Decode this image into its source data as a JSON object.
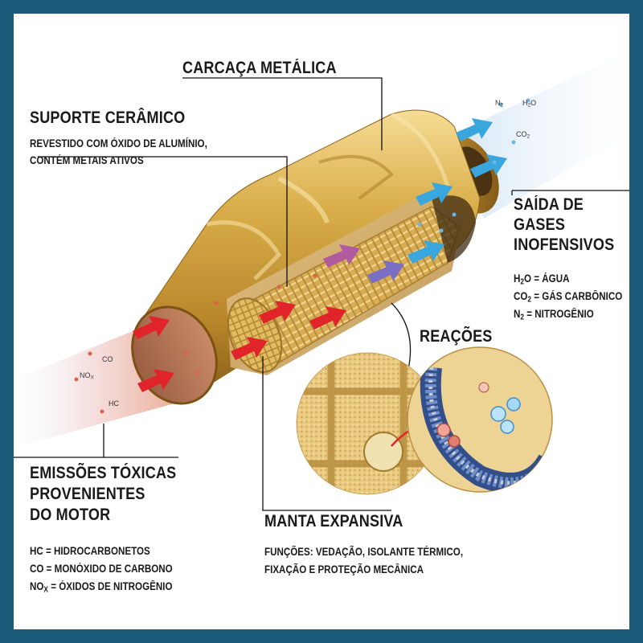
{
  "labels": {
    "housing": "CARCAÇA METÁLICA",
    "substrate": {
      "title": "SUPORTE CERÂMICO",
      "line1": "REVESTIDO COM ÓXIDO DE ALUMÍNIO,",
      "line2": "CONTÉM METAIS ATIVOS"
    },
    "outlet": {
      "title1": "SAÍDA DE",
      "title2": "GASES",
      "title3": "INOFENSIVOS",
      "h2o_sym": "H",
      "h2o_sub": "2",
      "h2o_rest": "O = ÁGUA",
      "co2_sym": "CO",
      "co2_sub": "2",
      "co2_rest": " = GÁS CARBÔNICO",
      "n2_sym": "N",
      "n2_sub": "2",
      "n2_rest": " = NITROGÊNIO"
    },
    "reactions": "REAÇÕES",
    "emissions": {
      "title1": "EMISSÕES TÓXICAS",
      "title2": "PROVENIENTES",
      "title3": "DO MOTOR",
      "hc": "HC = HIDROCARBONETOS",
      "co": "CO = MONÓXIDO DE CARBONO",
      "nox_sym": "NO",
      "nox_sub": "X",
      "nox_rest": " = ÓXIDOS DE NITROGÊNIO"
    },
    "mat": {
      "title": "MANTA EXPANSIVA",
      "line1": "FUNÇÕES: VEDAÇÃO, ISOLANTE TÉRMICO,",
      "line2": "FIXAÇÃO E PROTEÇÃO MECÂNICA"
    }
  },
  "gases_in": {
    "co": "CO",
    "nox_sym": "NO",
    "nox_sub": "X",
    "hc": "HC"
  },
  "gases_out": {
    "n2_sym": "N",
    "n2_sub": "2",
    "h2o_sym": "H",
    "h2o_sub": "2",
    "h2o_rest": "O",
    "co2_sym": "CO",
    "co2_sub": "2"
  },
  "colors": {
    "frame": "#1b5a78",
    "gold": "#d4a93f",
    "toxic_arrow": "#e0242a",
    "clean_arrow": "#3aa6de"
  }
}
